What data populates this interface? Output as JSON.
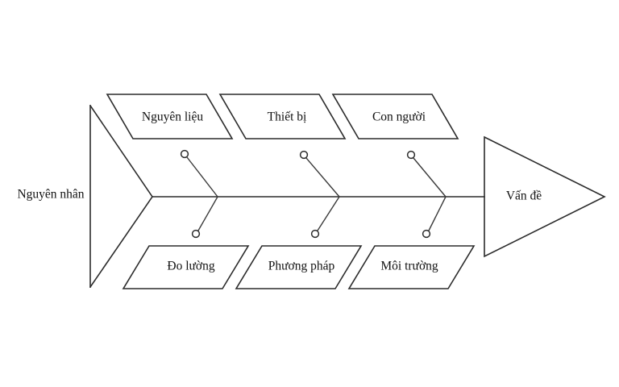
{
  "diagram": {
    "type": "fishbone-ishikawa",
    "cause_label": "Nguyên nhân",
    "effect_label": "Vấn đề",
    "categories_top": [
      {
        "label": "Nguyên liệu"
      },
      {
        "label": "Thiết bị"
      },
      {
        "label": "Con người"
      }
    ],
    "categories_bottom": [
      {
        "label": "Đo lường"
      },
      {
        "label": "Phương  pháp"
      },
      {
        "label": "Môi trường"
      }
    ],
    "colors": {
      "background": "#ffffff",
      "line": "#2b2b2b",
      "text": "#111111"
    }
  }
}
